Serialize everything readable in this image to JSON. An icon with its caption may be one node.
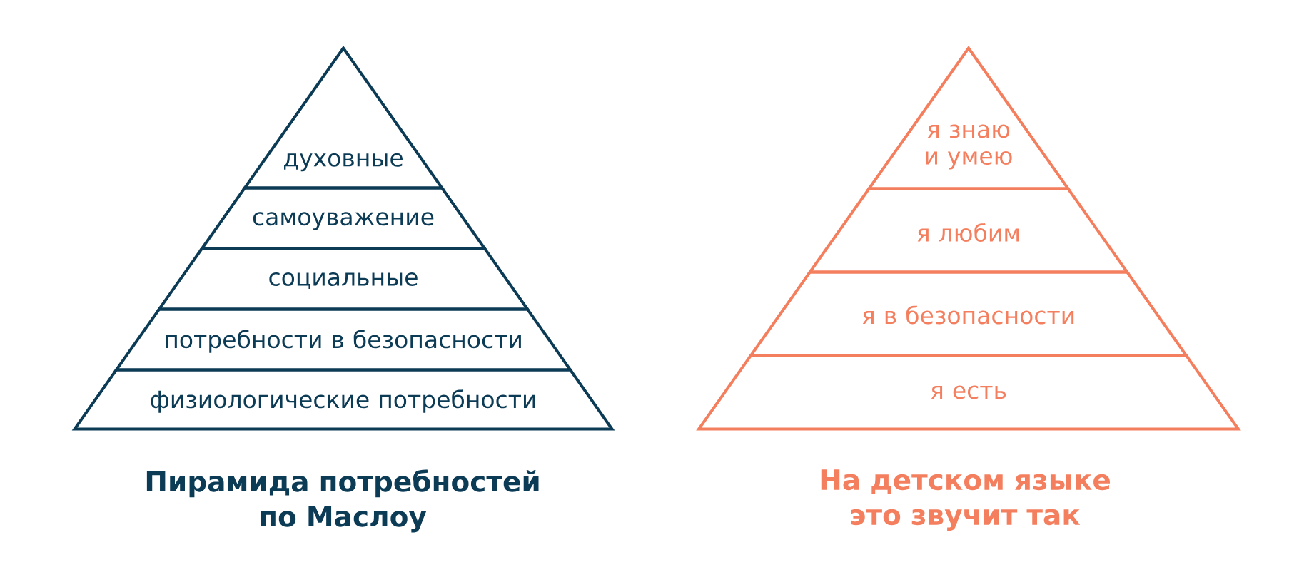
{
  "diagram": {
    "nodes": [
      {
        "text": [
          "духовные"
        ]
      },
      {
        "text": [
          "самоуважение"
        ]
      },
      {
        "text": [
          "социальные"
        ]
      },
      {
        "text": [
          "потребности в безопасности"
        ]
      },
      {
        "text": [
          "физиологические потребности"
        ]
      },
      {
        "text": [
          "я знаю и умею"
        ]
      },
      {
        "text": [
          "я любим"
        ]
      },
      {
        "text": [
          "я в безопасности"
        ]
      },
      {
        "text": [
          "я есть"
        ]
      }
    ],
    "labels": [
      "Пирамида потребностей по Маслоу",
      "На детском языке это звучит так"
    ]
  }
}
